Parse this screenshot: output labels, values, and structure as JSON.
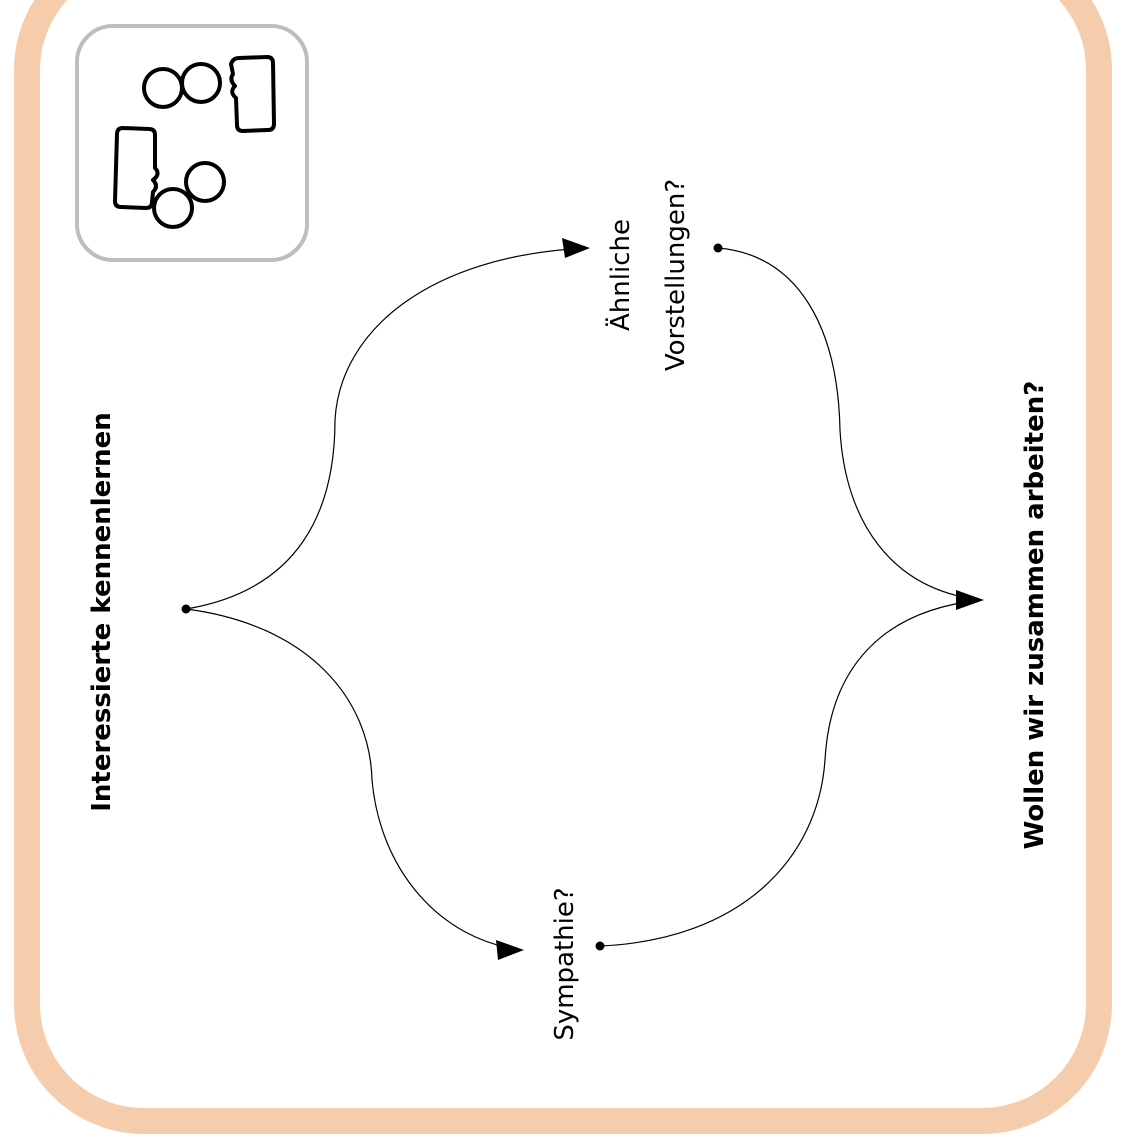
{
  "nodes": {
    "start": "Interessierte kennenlernen",
    "top": [
      "Ähnliche",
      "Vorstellungen?"
    ],
    "bottom": "Sympathie?",
    "end": "Wollen wir zusammen arbeiten?"
  },
  "icon": "conversation-icon",
  "colors": {
    "frame": "#f6cdac",
    "icon_border": "#bdbdbd",
    "stroke": "#000000"
  }
}
